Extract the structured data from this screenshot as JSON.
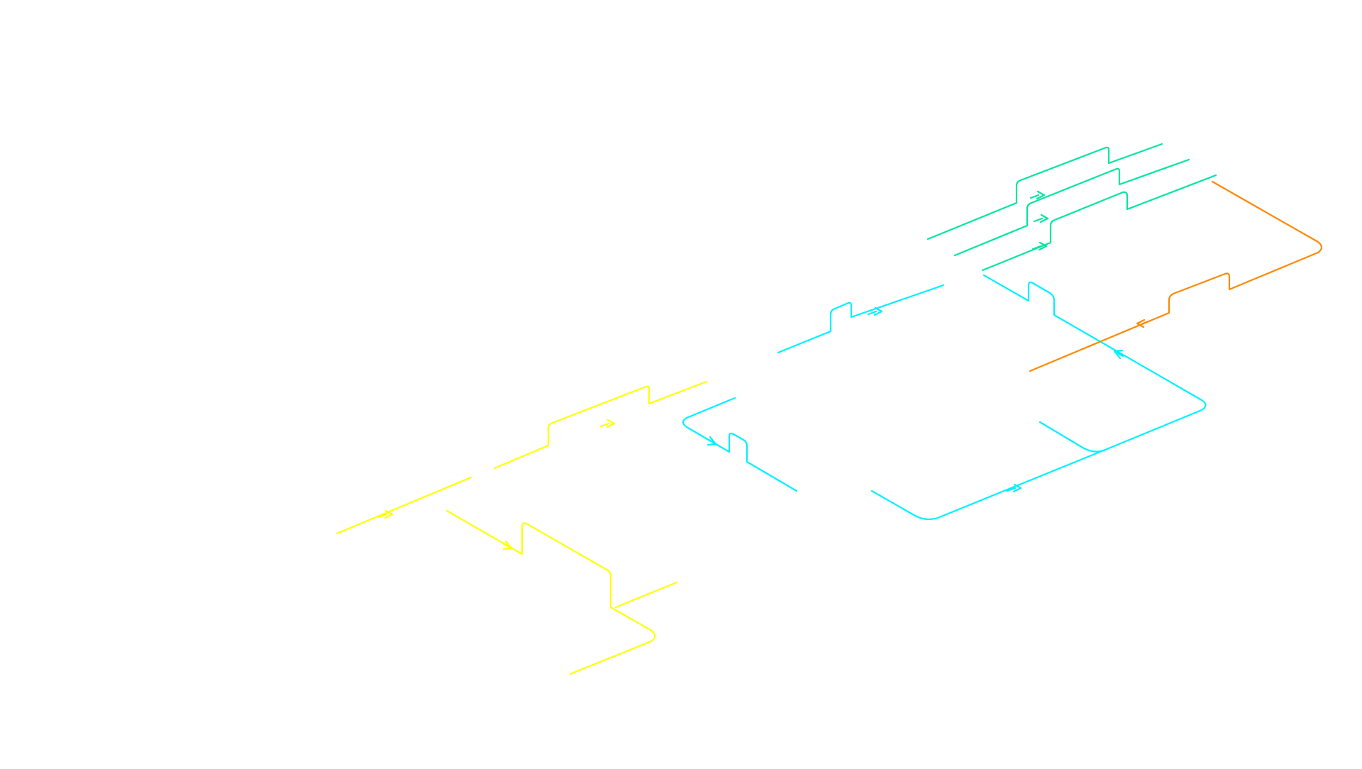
{
  "diagram": {
    "type": "isometric-piping-schematic",
    "background": "#ffffff",
    "systems": [
      {
        "id": "yellow",
        "color": "#ffff00",
        "line_count": 6,
        "flow_arrow_count": 3
      },
      {
        "id": "cyan",
        "color": "#00f0ff",
        "line_count": 6,
        "flow_arrow_count": 4
      },
      {
        "id": "green",
        "color": "#00e5a0",
        "line_count": 3,
        "flow_arrow_count": 3
      },
      {
        "id": "orange",
        "color": "#ff8800",
        "line_count": 1,
        "flow_arrow_count": 1
      }
    ]
  }
}
